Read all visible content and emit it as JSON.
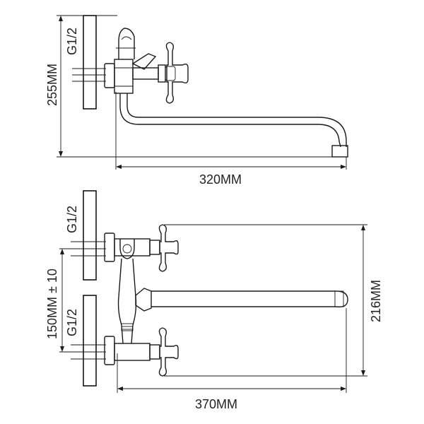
{
  "top_view": {
    "height_dim": "255MM",
    "thread": "G1/2",
    "spout_length_dim": "320MM"
  },
  "front_view": {
    "thread_upper": "G1/2",
    "thread_lower": "G1/2",
    "center_distance_dim": "150MM ± 10",
    "height_dim": "216MM",
    "spout_length_dim": "370MM"
  }
}
